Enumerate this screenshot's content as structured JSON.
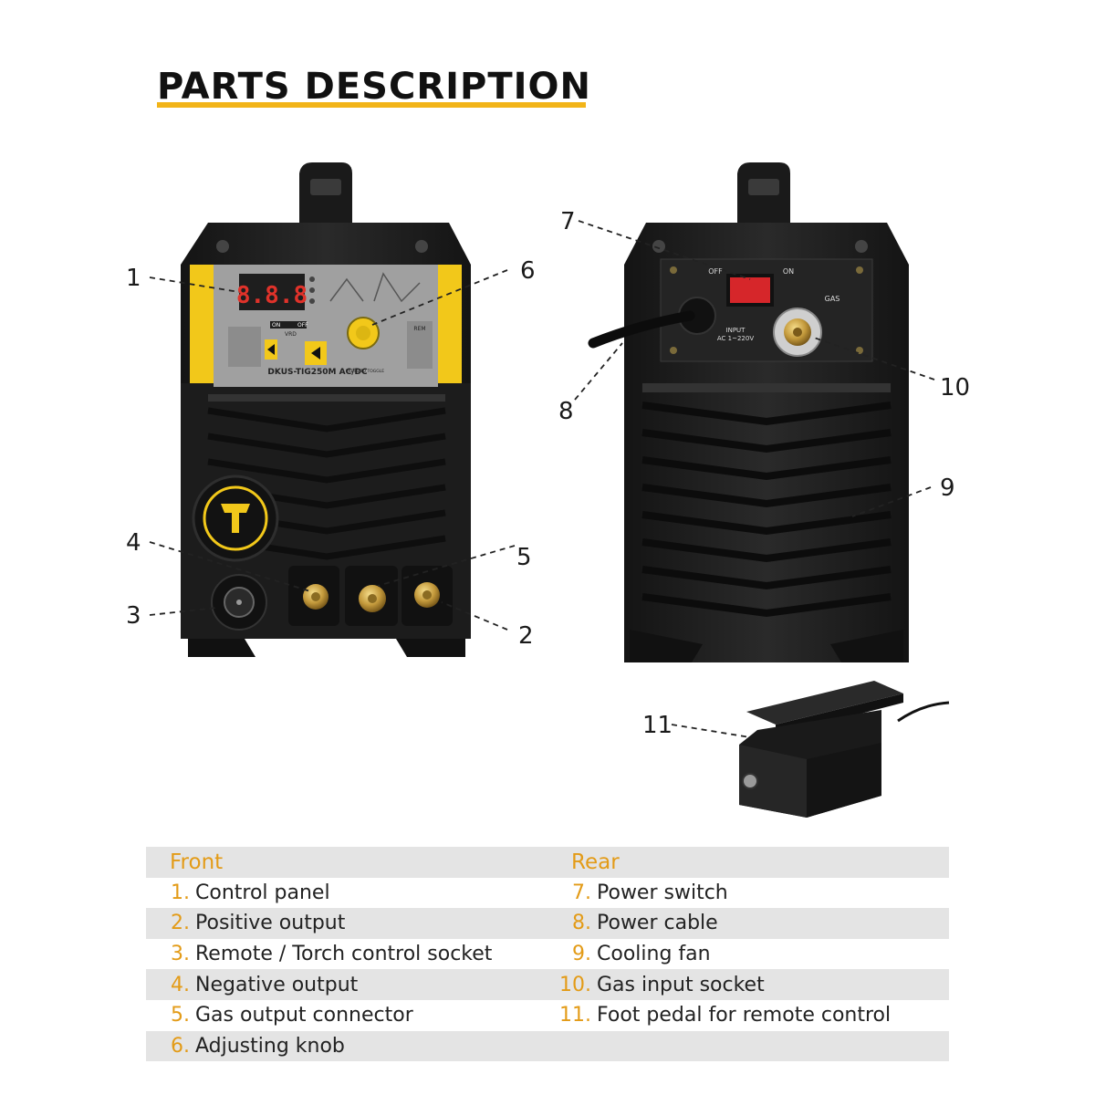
{
  "title": "PARTS DESCRIPTION",
  "device": {
    "display": "8.8.8",
    "model": "DKUS-TIG250M AC/DC",
    "rear_switch_off": "OFF",
    "rear_switch_on": "ON",
    "rear_gas": "GAS",
    "rear_input": "INPUT",
    "rear_input_spec": "AC 1~220V",
    "front_on": "ON",
    "front_off": "OFF",
    "front_vrd": "VRD",
    "front_rem": "REM",
    "front_press": "PRESS TO TOGGLE"
  },
  "callouts": [
    "1",
    "2",
    "3",
    "4",
    "5",
    "6",
    "7",
    "8",
    "9",
    "10",
    "11"
  ],
  "legend": {
    "front_heading": "Front",
    "rear_heading": "Rear",
    "front": [
      {
        "num": "1.",
        "label": "Control panel"
      },
      {
        "num": "2.",
        "label": "Positive output"
      },
      {
        "num": "3.",
        "label": "Remote / Torch control socket"
      },
      {
        "num": "4.",
        "label": "Negative output"
      },
      {
        "num": "5.",
        "label": "Gas output connector"
      },
      {
        "num": "6.",
        "label": "Adjusting knob"
      }
    ],
    "rear": [
      {
        "num": "7.",
        "label": "Power switch"
      },
      {
        "num": "8.",
        "label": "Power cable"
      },
      {
        "num": "9.",
        "label": "Cooling fan"
      },
      {
        "num": "10.",
        "label": "Gas input socket"
      },
      {
        "num": "11.",
        "label": "Foot pedal for remote control"
      }
    ]
  },
  "colors": {
    "accent": "#f2b418",
    "legend_number": "#e39b17",
    "body": "#1c1c1c",
    "panel": "#9a9a9a",
    "switch": "#d6262a",
    "brass": "#c49a3c"
  }
}
